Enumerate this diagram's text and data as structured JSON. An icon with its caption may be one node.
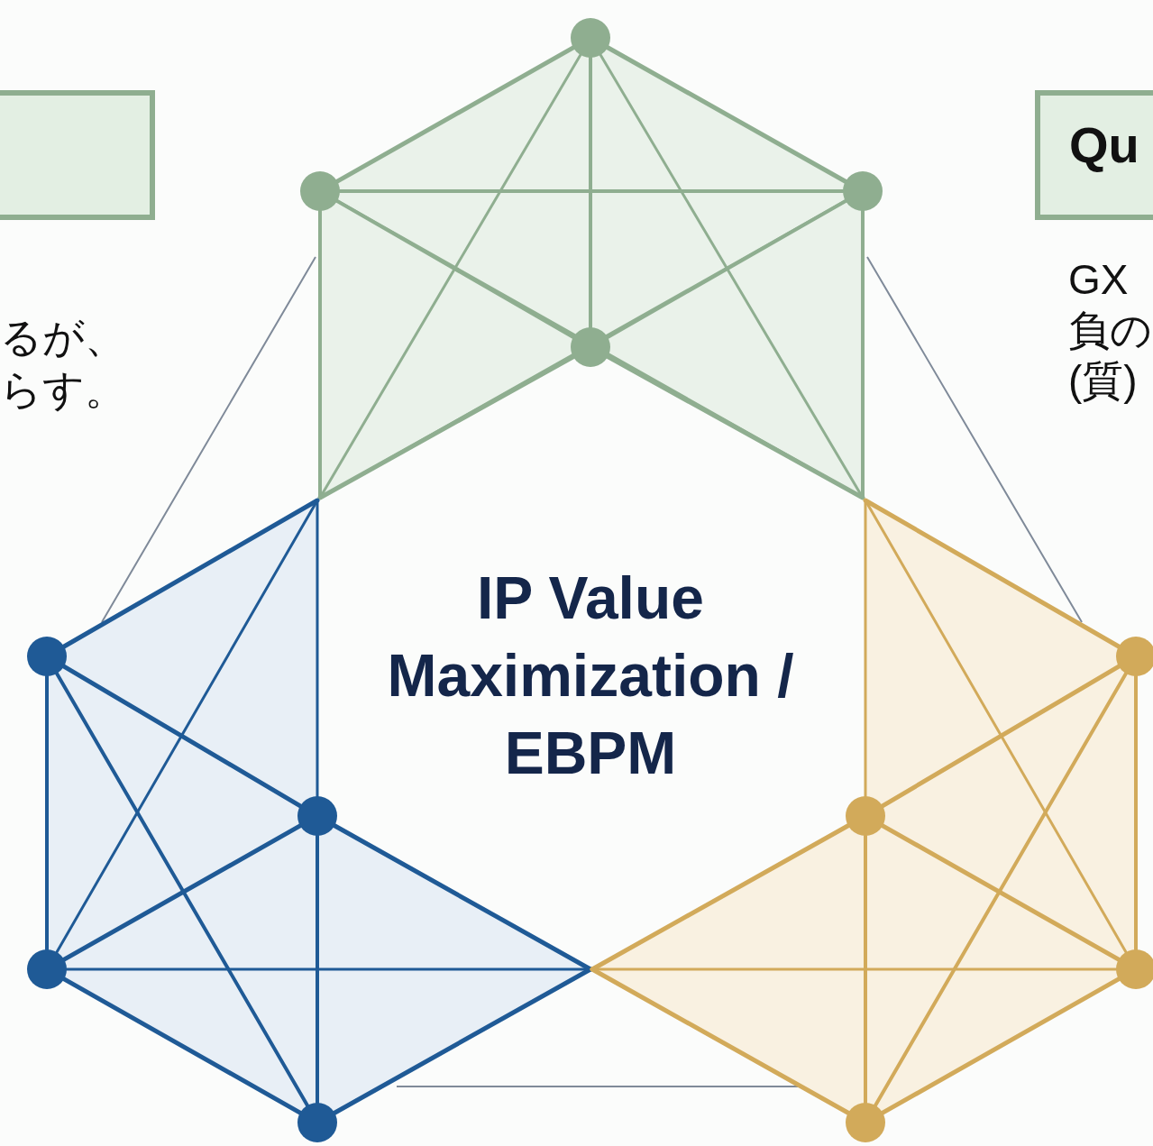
{
  "diagram": {
    "nodes": [
      {
        "text": [],
        "shape": "box"
      },
      {
        "text": [],
        "shape": "circle"
      },
      {
        "text": [
          "Qu"
        ]
      },
      {
        "text": [],
        "shape": "circle"
      },
      {
        "text": [],
        "shape": "circle"
      },
      {
        "text": [],
        "shape": "circle"
      },
      {
        "text": [],
        "shape": "circle"
      },
      {
        "text": [],
        "shape": "circle"
      },
      {
        "text": [],
        "shape": "circle"
      },
      {
        "text": [],
        "shape": "circle"
      },
      {
        "text": [],
        "shape": "circle"
      },
      {
        "text": [],
        "shape": "circle"
      },
      {
        "text": [],
        "shape": "circle"
      },
      {
        "text": [],
        "shape": "circle"
      }
    ],
    "edges": [
      {
        "from": 1,
        "to": 3,
        "arrow": "none",
        "color": "#8fae90"
      },
      {
        "from": 1,
        "to": 4,
        "arrow": "none",
        "color": "#8fae90"
      },
      {
        "from": 1,
        "to": 5,
        "arrow": "none",
        "color": "#8fae90"
      },
      {
        "from": 3,
        "to": 4,
        "arrow": "none",
        "color": "#8fae90"
      },
      {
        "from": 3,
        "to": 5,
        "arrow": "none",
        "color": "#8fae90"
      },
      {
        "from": 4,
        "to": 5,
        "arrow": "none",
        "color": "#8fae90"
      },
      {
        "from": 3,
        "to": null,
        "arrow": "none",
        "color": "#8fae90"
      },
      {
        "from": 4,
        "to": null,
        "arrow": "none",
        "color": "#8fae90"
      },
      {
        "from": 1,
        "to": null,
        "arrow": "none",
        "color": "#8fae90"
      },
      {
        "from": 1,
        "to": null,
        "arrow": "none",
        "color": "#8fae90"
      },
      {
        "from": 3,
        "to": null,
        "arrow": "none",
        "color": "#8fae90"
      },
      {
        "from": 4,
        "to": null,
        "arrow": "none",
        "color": "#8fae90"
      },
      {
        "from": 5,
        "to": null,
        "arrow": "none",
        "color": "#8fae90"
      },
      {
        "from": 5,
        "to": null,
        "arrow": "none",
        "color": "#8fae90"
      },
      {
        "from": 6,
        "to": 8,
        "arrow": "none",
        "color": "#1f5a96"
      },
      {
        "from": 6,
        "to": 10,
        "arrow": "none",
        "color": "#1f5a96"
      },
      {
        "from": 6,
        "to": 12,
        "arrow": "none",
        "color": "#1f5a96"
      },
      {
        "from": 10,
        "to": 8,
        "arrow": "none",
        "color": "#1f5a96"
      },
      {
        "from": 10,
        "to": 12,
        "arrow": "none",
        "color": "#1f5a96"
      },
      {
        "from": 8,
        "to": 12,
        "arrow": "none",
        "color": "#1f5a96"
      },
      {
        "from": 6,
        "to": null,
        "arrow": "none",
        "color": "#1f5a96"
      },
      {
        "from": 10,
        "to": null,
        "arrow": "none",
        "color": "#1f5a96"
      },
      {
        "from": 8,
        "to": null,
        "arrow": "none",
        "color": "#1f5a96"
      },
      {
        "from": 10,
        "to": null,
        "arrow": "none",
        "color": "#1f5a96"
      },
      {
        "from": 8,
        "to": null,
        "arrow": "none",
        "color": "#1f5a96"
      },
      {
        "from": 12,
        "to": null,
        "arrow": "none",
        "color": "#1f5a96"
      },
      {
        "from": 7,
        "to": 9,
        "arrow": "none",
        "color": "#d2aa5a"
      },
      {
        "from": 7,
        "to": 11,
        "arrow": "none",
        "color": "#d2aa5a"
      },
      {
        "from": 7,
        "to": 13,
        "arrow": "none",
        "color": "#d2aa5a"
      },
      {
        "from": 9,
        "to": 11,
        "arrow": "none",
        "color": "#d2aa5a"
      },
      {
        "from": 11,
        "to": 13,
        "arrow": "none",
        "color": "#d2aa5a"
      },
      {
        "from": 9,
        "to": 13,
        "arrow": "none",
        "color": "#d2aa5a"
      },
      {
        "from": 7,
        "to": null,
        "arrow": "none",
        "color": "#d2aa5a"
      },
      {
        "from": 11,
        "to": null,
        "arrow": "none",
        "color": "#d2aa5a"
      },
      {
        "from": 9,
        "to": null,
        "arrow": "none",
        "color": "#d2aa5a"
      },
      {
        "from": 11,
        "to": null,
        "arrow": "none",
        "color": "#d2aa5a"
      },
      {
        "from": 9,
        "to": null,
        "arrow": "none",
        "color": "#d2aa5a"
      },
      {
        "from": 13,
        "to": null,
        "arrow": "none",
        "color": "#d2aa5a"
      }
    ],
    "labels": [
      "るが、らす。",
      "GX負の(質)",
      "IP Value Maximization / EBPM"
    ]
  }
}
